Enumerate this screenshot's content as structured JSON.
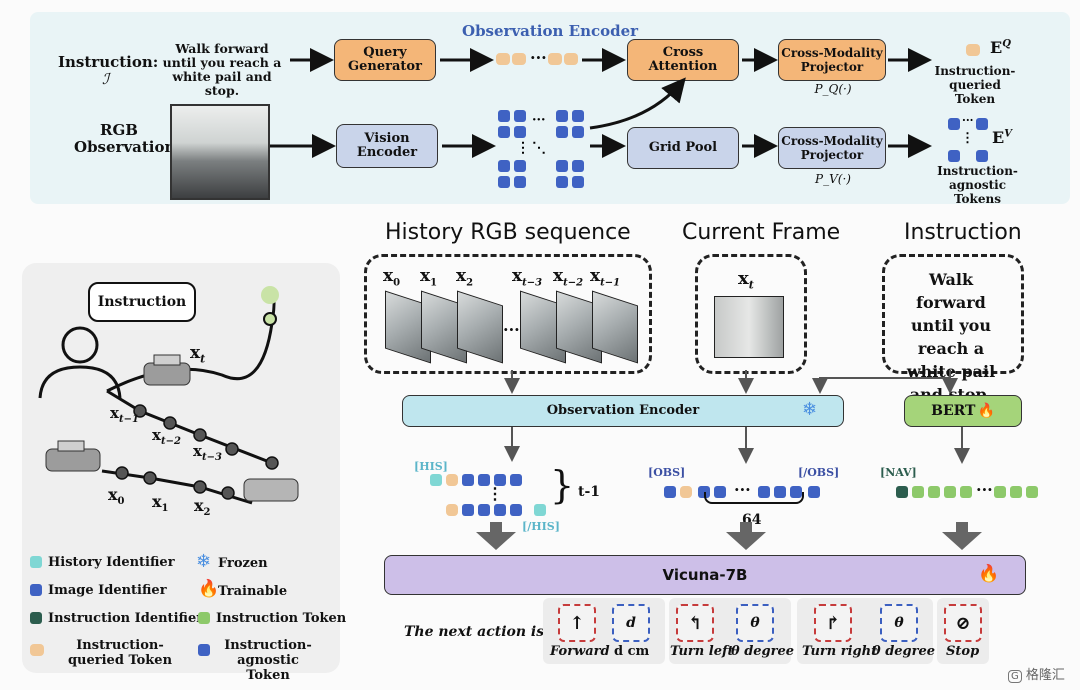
{
  "top": {
    "title": "Observation Encoder",
    "instruction_label": "Instruction:",
    "instruction_symbol": "ℐ",
    "instruction_text": "Walk forward until you reach a white pail and stop.",
    "rgb_label": "RGB Observation:",
    "query_generator": "Query Generator",
    "vision_encoder": "Vision Encoder",
    "cross_attention": "Cross Attention",
    "grid_pool": "Grid Pool",
    "projector_q": "Cross-Modality Projector",
    "projector_v": "Cross-Modality Projector",
    "pq": "P_Q(·)",
    "pv": "P_V(·)",
    "eq": "E^Q",
    "ev": "E^V",
    "eq_caption": "Instruction-queried Token",
    "ev_caption": "Instruction-agnostic Tokens"
  },
  "headers": {
    "history": "History RGB sequence",
    "current": "Current Frame",
    "instruction": "Instruction"
  },
  "history_frames": [
    "x0",
    "x1",
    "x2",
    "x_{t-3}",
    "x_{t-2}",
    "x_{t-1}"
  ],
  "current_frame": "x_t",
  "instruction_box": "Walk forward until you reach a white pail and stop.",
  "obs_encoder": "Observation Encoder",
  "bert": "BERT",
  "vicuna": "Vicuna-7B",
  "tags": {
    "his_open": "[HIS]",
    "his_close": "[/HIS]",
    "obs_open": "[OBS]",
    "obs_close": "[/OBS]",
    "nav": "[NAV]",
    "t_minus_1": "t-1",
    "count": "64"
  },
  "next_action": "The next action is",
  "actions": [
    "Forward",
    "d cm",
    "Turn left",
    "θ degree",
    "Turn right",
    "θ degree",
    "Stop"
  ],
  "left_panel": {
    "bubble": "Instruction",
    "xt": "x_t",
    "traj": [
      "x_{t-1}",
      "x_{t-2}",
      "x_{t-3}",
      "x0",
      "x1",
      "x2"
    ]
  },
  "legend": {
    "history_identifier": "History Identifier",
    "frozen": "Frozen",
    "image_identifier": "Image Identifier",
    "trainable": "Trainable",
    "instruction_identifier": "Instruction Identifier",
    "instruction_token": "Instruction Token",
    "iq_token": "Instruction-queried Token",
    "ia_token": "Instruction-agnostic Token"
  },
  "watermark": "格隆汇",
  "colors": {
    "orange": "#f4b678",
    "blue_box": "#c9d4ea",
    "token_blue": "#3f62c3",
    "token_teal": "#7fd7d4",
    "token_green": "#8dc96a",
    "token_dark": "#2c5d4e",
    "vicuna": "#cdbfe8",
    "obs_encoder": "#bfe6ee",
    "bert": "#a5d47a"
  }
}
